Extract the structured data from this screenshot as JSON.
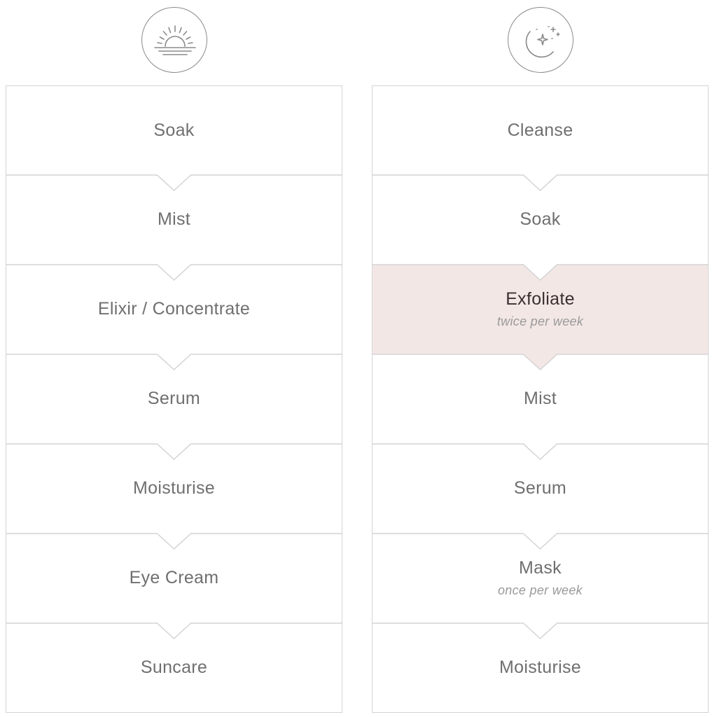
{
  "colors": {
    "border": "#d4d4d4",
    "highlight_fill": "#f3e7e6",
    "text": "#6f6f6f",
    "note_text": "#9a9a9a",
    "icon_stroke": "#8a8a8a"
  },
  "icons": {
    "morning": "sunrise-icon",
    "evening": "moon-stars-icon"
  },
  "morning": {
    "steps": [
      {
        "label": "Soak"
      },
      {
        "label": "Mist"
      },
      {
        "label": "Elixir / Concentrate"
      },
      {
        "label": "Serum"
      },
      {
        "label": "Moisturise"
      },
      {
        "label": "Eye Cream"
      },
      {
        "label": "Suncare"
      }
    ]
  },
  "evening": {
    "steps": [
      {
        "label": "Cleanse"
      },
      {
        "label": "Soak"
      },
      {
        "label": "Exfoliate",
        "note": "twice per week",
        "highlight": true
      },
      {
        "label": "Mist"
      },
      {
        "label": "Serum"
      },
      {
        "label": "Mask",
        "note": "once per week"
      },
      {
        "label": "Moisturise"
      }
    ]
  }
}
